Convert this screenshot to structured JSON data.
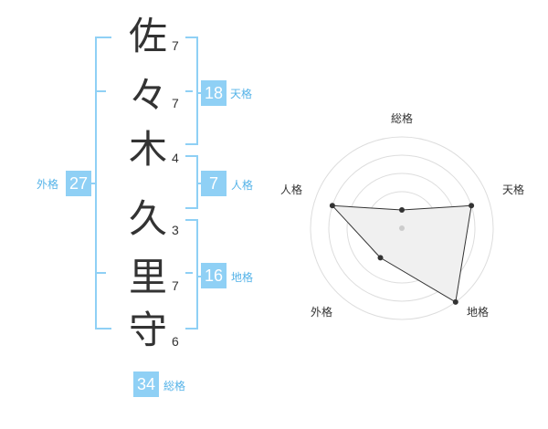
{
  "name": {
    "characters": [
      {
        "char": "佐",
        "strokes": "7"
      },
      {
        "char": "々",
        "strokes": "7"
      },
      {
        "char": "木",
        "strokes": "4"
      },
      {
        "char": "久",
        "strokes": "3"
      },
      {
        "char": "里",
        "strokes": "7"
      },
      {
        "char": "守",
        "strokes": "6"
      }
    ]
  },
  "fortunes": {
    "tenkaku": {
      "value": "18",
      "label": "天格"
    },
    "jinkaku": {
      "value": "7",
      "label": "人格"
    },
    "chikaku": {
      "value": "16",
      "label": "地格"
    },
    "gaikaku": {
      "value": "27",
      "label": "外格"
    },
    "soukaku": {
      "value": "34",
      "label": "総格"
    }
  },
  "colors": {
    "accent": "#8fd0f5",
    "label": "#55b3e8",
    "text": "#333333",
    "radar_fill": "#f0f0f0",
    "radar_grid": "#dddddd",
    "radar_center": "#cccccc"
  },
  "chart_data": {
    "type": "radar",
    "axes": [
      "総格",
      "天格",
      "地格",
      "外格",
      "人格"
    ],
    "values": [
      1,
      4,
      5,
      2,
      4
    ],
    "rmax": 5,
    "rings": 5
  }
}
